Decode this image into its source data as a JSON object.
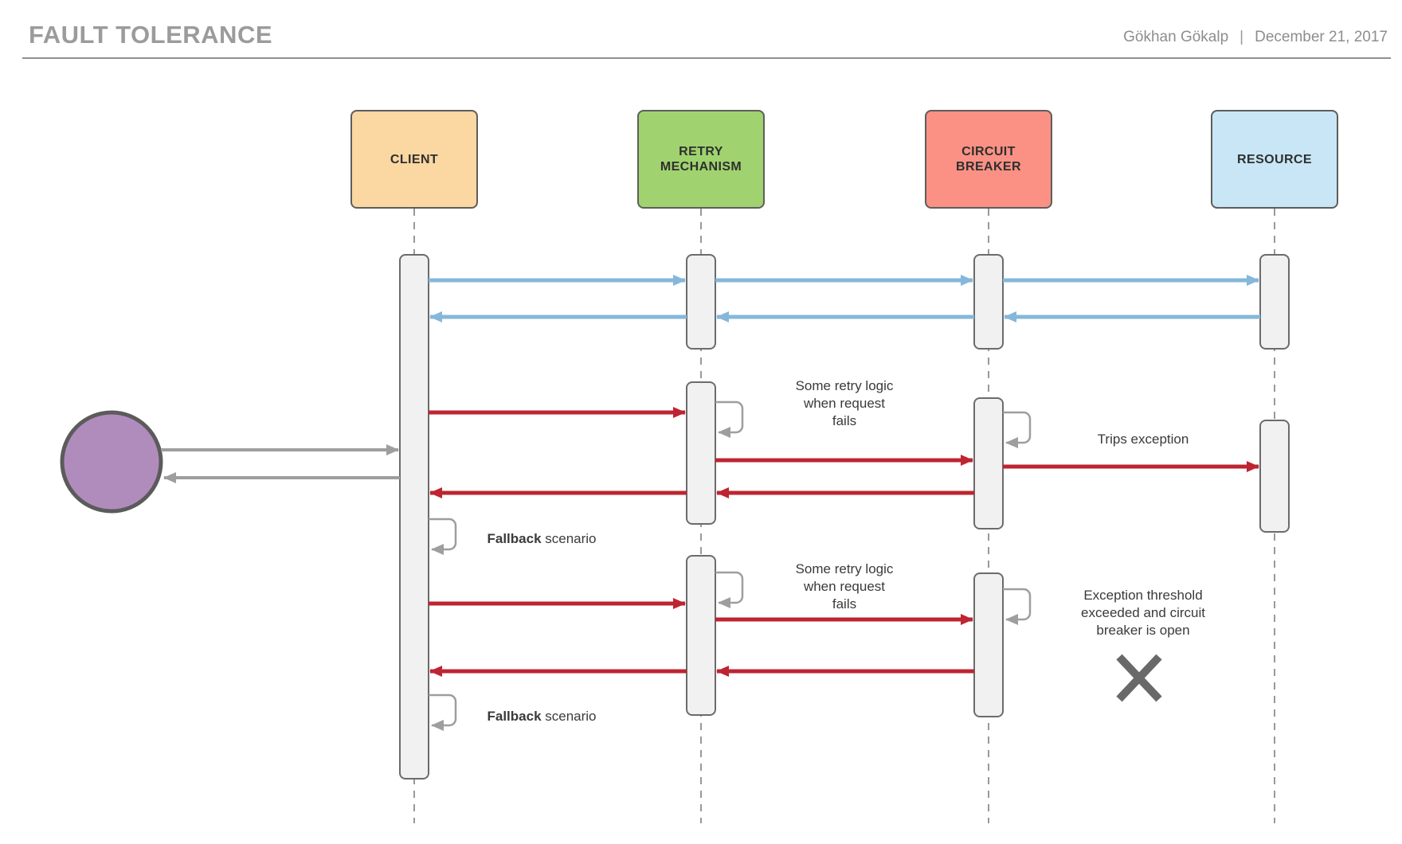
{
  "header": {
    "title": "FAULT TOLERANCE",
    "author": "Gökhan Gökalp",
    "separator": "|",
    "date": "December 21, 2017"
  },
  "actors": [
    {
      "id": "client",
      "label": "CLIENT",
      "fill": "#FBD7A2"
    },
    {
      "id": "retry-mechanism",
      "label": "RETRY\nMECHANISM",
      "fill": "#A0D36F"
    },
    {
      "id": "circuit-breaker",
      "label": "CIRCUIT\nBREAKER",
      "fill": "#FA9184"
    },
    {
      "id": "resource",
      "label": "RESOURCE",
      "fill": "#C8E6F5"
    }
  ],
  "annotations": {
    "retry_note_1": "Some retry logic\nwhen request\nfails",
    "trips_exception": "Trips exception",
    "fallback_bold": "Fallback",
    "fallback_rest": " scenario",
    "retry_note_2": "Some retry logic\nwhen request\nfails",
    "exception_note": "Exception threshold\nexceeded and circuit\nbreaker is open"
  },
  "colors": {
    "sync_arrow": "#85B7DB",
    "error_arrow": "#BE2431",
    "neutral_arrow": "#9E9E9E",
    "actor_circle_fill": "#B08CBC",
    "actor_circle_border": "#5B5B5B",
    "lifeline": "#999999",
    "activation_fill": "#F1F1F1",
    "activation_border": "#6B6B6B",
    "x_mark": "#696969"
  }
}
